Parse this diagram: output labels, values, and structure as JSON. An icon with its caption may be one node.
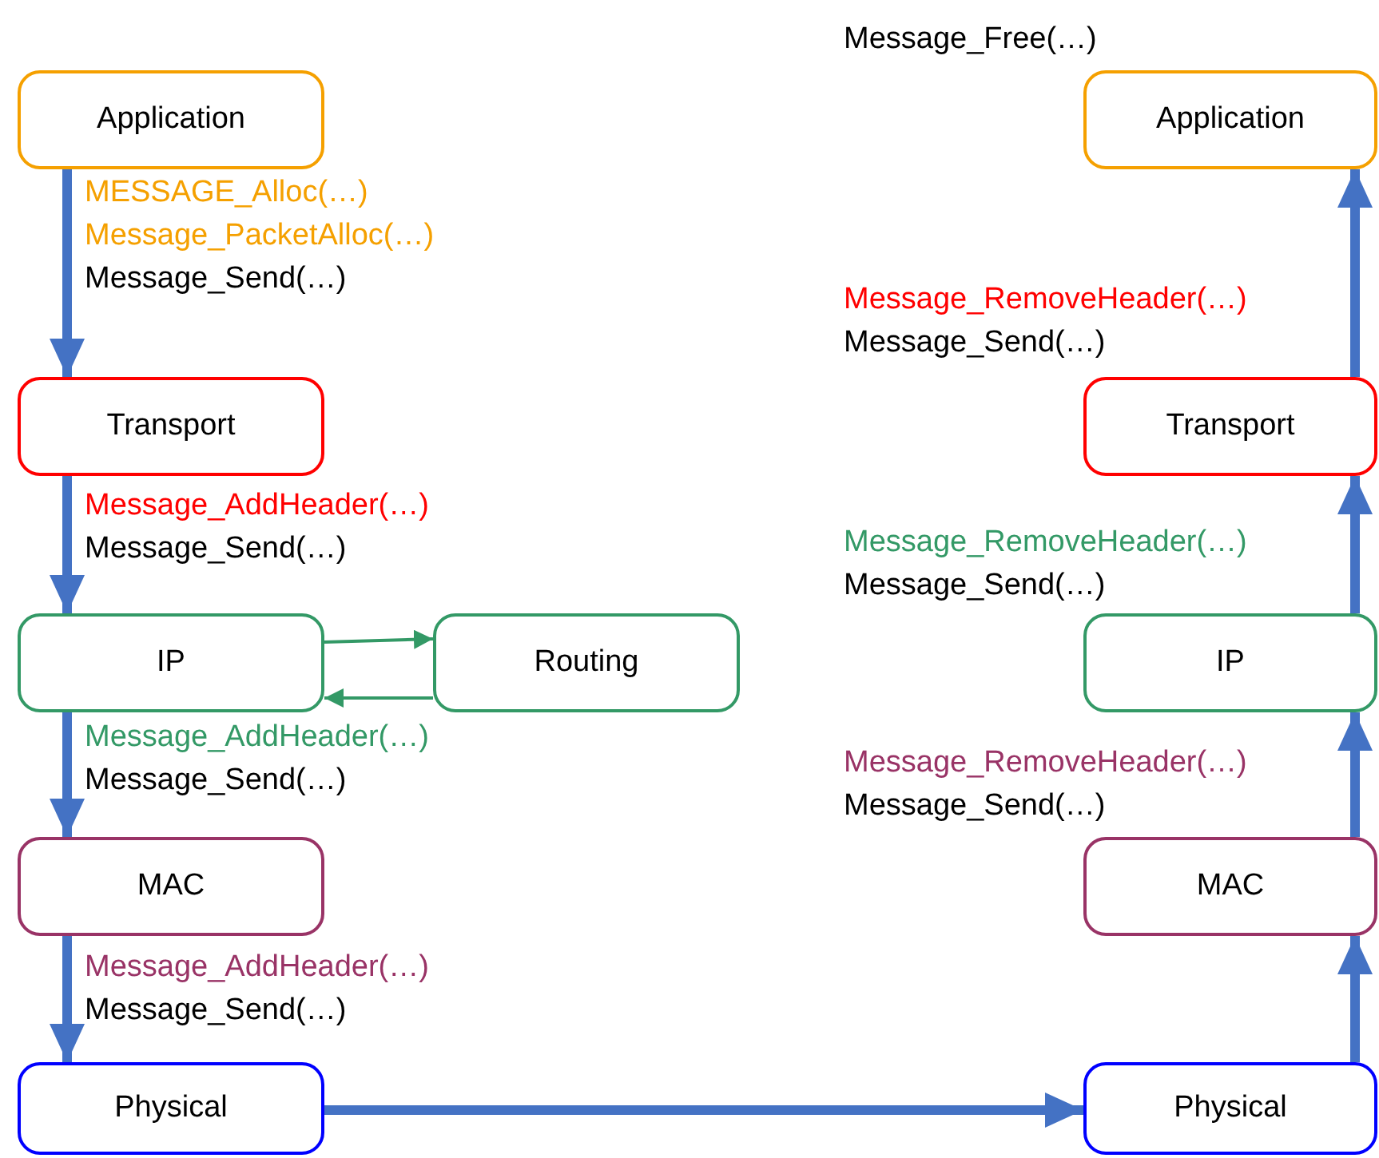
{
  "diagram": {
    "nodes": [
      {
        "text": [
          "Application"
        ]
      },
      {
        "text": [
          "Transport"
        ]
      },
      {
        "text": [
          "IP"
        ]
      },
      {
        "text": [
          "Routing"
        ]
      },
      {
        "text": [
          "MAC"
        ]
      },
      {
        "text": [
          "Physical"
        ]
      },
      {
        "text": [
          "Application"
        ]
      },
      {
        "text": [
          "Transport"
        ]
      },
      {
        "text": [
          "IP"
        ]
      },
      {
        "text": [
          "MAC"
        ]
      },
      {
        "text": [
          "Physical"
        ]
      }
    ],
    "edges": [
      {
        "from": 0,
        "to": 1,
        "arrow": "to"
      },
      {
        "from": 1,
        "to": 2,
        "arrow": "to"
      },
      {
        "from": 2,
        "to": 3,
        "arrow": "to",
        "color": "#339966"
      },
      {
        "from": 3,
        "to": 2,
        "arrow": "to",
        "color": "#339966"
      },
      {
        "from": 2,
        "to": 4,
        "arrow": "to"
      },
      {
        "from": 4,
        "to": 5,
        "arrow": "to"
      },
      {
        "from": 5,
        "to": 10,
        "arrow": "to"
      },
      {
        "from": 10,
        "to": 9,
        "arrow": "to"
      },
      {
        "from": 9,
        "to": 8,
        "arrow": "to"
      },
      {
        "from": 8,
        "to": 7,
        "arrow": "to"
      },
      {
        "from": 7,
        "to": 6,
        "arrow": "to"
      }
    ],
    "labels": [
      "Message_Free(…)",
      "MESSAGE_Alloc(…)",
      "Message_PacketAlloc(…)",
      "Message_Send(…)",
      "Message_RemoveHeader(…)",
      "Message_Send(…)",
      "Message_AddHeader(…)",
      "Message_Send(…)",
      "Message_RemoveHeader(…)",
      "Message_Send(…)",
      "Message_AddHeader(…)",
      "Message_Send(…)",
      "Message_RemoveHeader(…)",
      "Message_Send(…)",
      "Message_AddHeader(…)",
      "Message_Send(…)"
    ]
  }
}
